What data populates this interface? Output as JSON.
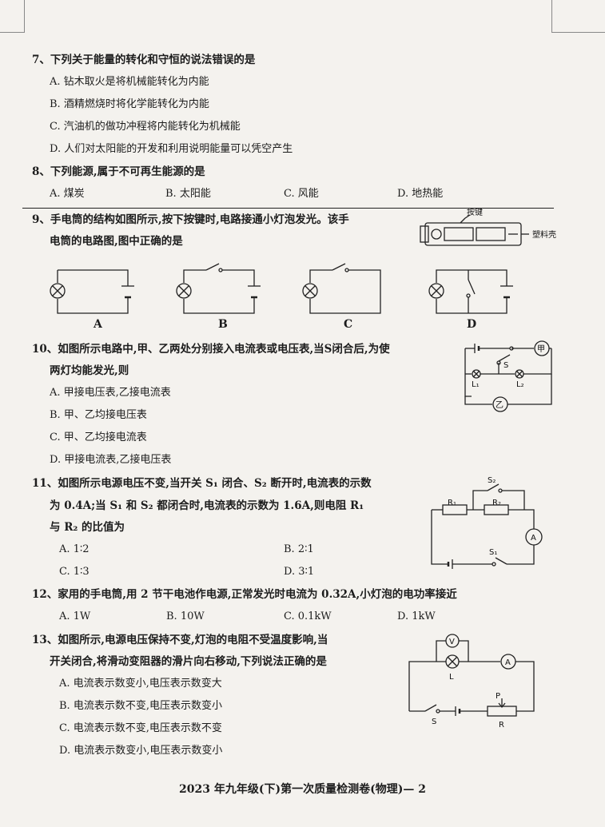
{
  "q7": {
    "stem": "7、下列关于能量的转化和守恒的说法错误的是",
    "a": "A. 钻木取火是将机械能转化为内能",
    "b": "B. 酒精燃烧时将化学能转化为内能",
    "c": "C. 汽油机的做功冲程将内能转化为机械能",
    "d": "D. 人们对太阳能的开发和利用说明能量可以凭空产生"
  },
  "q8": {
    "stem": "8、下列能源,属于不可再生能源的是",
    "a": "A. 煤炭",
    "b": "B. 太阳能",
    "c": "C. 风能",
    "d": "D. 地热能"
  },
  "q9": {
    "stem1": "9、手电筒的结构如图所示,按下按键时,电路接通小灯泡发光。该手",
    "stem2": "电筒的电路图,图中正确的是",
    "key_label": "按键",
    "plastic_label": "塑料壳",
    "caps": [
      "A",
      "B",
      "C",
      "D"
    ]
  },
  "q10": {
    "stem1": "10、如图所示电路中,甲、乙两处分别接入电流表或电压表,当S闭合后,为使",
    "stem2": "两灯均能发光,则",
    "a": "A. 甲接电压表,乙接电流表",
    "b": "B. 甲、乙均接电压表",
    "c": "C. 甲、乙均接电流表",
    "d": "D. 甲接电流表,乙接电压表",
    "jia": "甲",
    "yi": "乙",
    "s": "S",
    "l1": "L₁",
    "l2": "L₂"
  },
  "q11": {
    "stem1": "11、如图所示电源电压不变,当开关 S₁ 闭合、S₂ 断开时,电流表的示数",
    "stem2": "为 0.4A;当 S₁ 和 S₂ 都闭合时,电流表的示数为 1.6A,则电阻 R₁",
    "stem3": "与 R₂ 的比值为",
    "a": "A. 1∶2",
    "b": "B. 2∶1",
    "c": "C. 1∶3",
    "d": "D. 3∶1",
    "r1": "R₁",
    "r2": "R₂",
    "s1": "S₁",
    "s2": "S₂",
    "am": "A"
  },
  "q12": {
    "stem": "12、家用的手电筒,用 2 节干电池作电源,正常发光时电流为 0.32A,小灯泡的电功率接近",
    "a": "A. 1W",
    "b": "B. 10W",
    "c": "C. 0.1kW",
    "d": "D. 1kW"
  },
  "q13": {
    "stem1": "13、如图所示,电源电压保持不变,灯泡的电阻不受温度影响,当",
    "stem2": "开关闭合,将滑动变阻器的滑片向右移动,下列说法正确的是",
    "a": "A. 电流表示数变小,电压表示数变大",
    "b": "B. 电流表示数不变,电压表示数变小",
    "c": "C. 电流表示数不变,电压表示数不变",
    "d": "D. 电流表示数变小,电压表示数变小",
    "v": "V",
    "am": "A",
    "l": "L",
    "p": "P",
    "s": "S",
    "r": "R"
  },
  "footer": "2023 年九年级(下)第一次质量检测卷(物理)— 2"
}
